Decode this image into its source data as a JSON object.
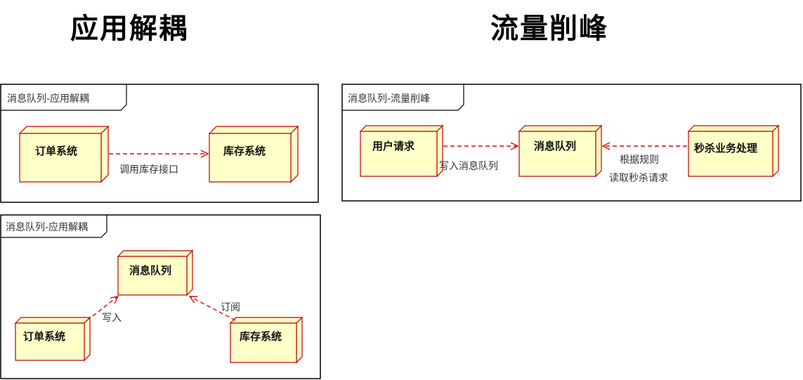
{
  "headings": {
    "left": "应用解耦",
    "right": "流量削峰"
  },
  "colors": {
    "node_fill": "#ffffc8",
    "node_stroke": "#c00000",
    "edge": "#d01010",
    "frame": "#000000"
  },
  "diagram1": {
    "frame_label": "消息队列-应用解耦",
    "node_a": "订单系统",
    "node_b": "库存系统",
    "edge_label": "调用库存接口"
  },
  "diagram2": {
    "frame_label": "消息队列-流量削峰",
    "node_user": "用户请求",
    "node_mq": "消息队列",
    "node_seckill": "秒杀业务处理",
    "edge_write": "写入消息队列",
    "edge_read_1": "根据规则",
    "edge_read_2": "读取秒杀请求"
  },
  "diagram3": {
    "frame_label": "消息队列-应用解耦",
    "node_mq": "消息队列",
    "node_order": "订单系统",
    "node_stock": "库存系统",
    "edge_write": "写入",
    "edge_sub": "订阅"
  }
}
